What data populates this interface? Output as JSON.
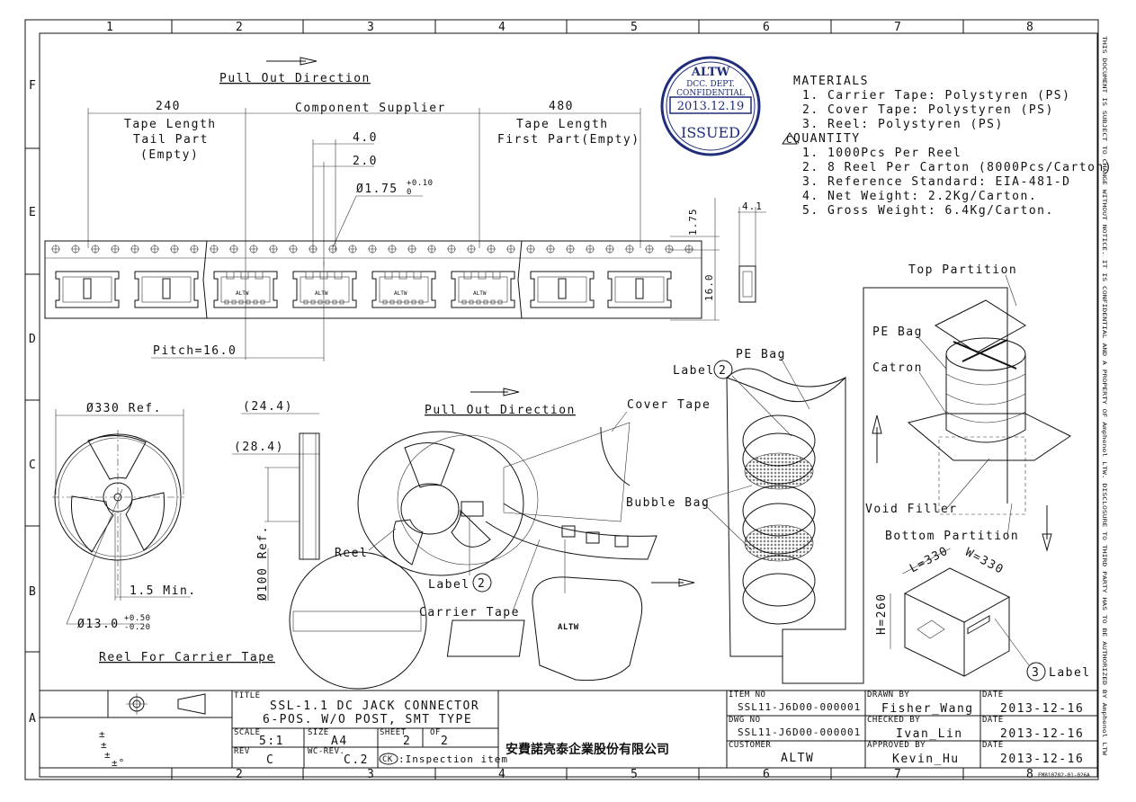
{
  "border": {
    "columns": [
      "1",
      "2",
      "3",
      "4",
      "5",
      "6",
      "7",
      "8"
    ],
    "rows": [
      "F",
      "E",
      "D",
      "C",
      "B",
      "A"
    ],
    "side_note": "THIS DOCUMENT IS SUBJECT TO CHANGE WITHOUT NOTICE. IT IS CONFIDENTIAL AND A PROPERTY OF Amphenol LTW. DISCLOSURE TO THIRD PARTY HAS TO BE AUTHORIZED BY Amphenol LTW"
  },
  "stamp": {
    "brand": "ALTW",
    "dept": "DCC. DEPT.",
    "confidential": "CONFIDENTIAL",
    "date": "2013.12.19",
    "status": "ISSUED"
  },
  "materials": {
    "title": "MATERIALS",
    "items": [
      "1. Carrier Tape: Polystyren (PS)",
      "2. Cover Tape: Polystyren (PS)",
      "3. Reel: Polystyren (PS)"
    ]
  },
  "quantity": {
    "rev_mark": "C",
    "title": "QUANTITY",
    "items": [
      "1. 1000Pcs Per Reel",
      "2. 8 Reel Per Carton (8000Pcs/Carton)",
      "3. Reference Standard: EIA-481-D",
      "4. Net Weight: 2.2Kg/Carton.",
      "5. Gross Weight: 6.4Kg/Carton."
    ]
  },
  "tape_view": {
    "pull_out": "Pull Out Direction",
    "dim_240": "240",
    "tail_1": "Tape Length",
    "tail_2": "Tail Part",
    "tail_3": "(Empty)",
    "component_supplier": "Component Supplier",
    "dim_480": "480",
    "first_1": "Tape Length",
    "first_2": "First Part(Empty)",
    "dim_4": "4.0",
    "dim_2": "2.0",
    "dim_hole": "Ø1.75",
    "tol_hole_up": "+0.10",
    "tol_hole_dn": "0",
    "dim_175": "1.75",
    "dim_41": "4.1",
    "dim_16": "16.0",
    "pitch": "Pitch=16.0",
    "part_logo": "ALTW"
  },
  "reel_view": {
    "dim_330": "Ø330 Ref.",
    "dim_15": "1.5 Min.",
    "dim_13": "Ø13.0",
    "tol_13_up": "+0.50",
    "tol_13_dn": "-0.20",
    "title": "Reel For Carrier Tape",
    "dim_244": "(24.4)",
    "dim_284": "(28.4)",
    "dim_100": "Ø100 Ref."
  },
  "reel_iso": {
    "pull_out": "Pull Out Direction",
    "cover_tape": "Cover Tape",
    "reel": "Reel",
    "label": "Label",
    "label_no": "2",
    "carrier_tape": "Carrier Tape",
    "part_logo": "ALTW"
  },
  "packing": {
    "pe_bag": "PE Bag",
    "label": "Label",
    "label_no": "2",
    "bubble_bag": "Bubble Bag",
    "top_partition": "Top Partition",
    "pe_bag_2": "PE Bag",
    "carton": "Catron",
    "void_filler": "Void Filler",
    "bottom_partition": "Bottom Partition",
    "dim_l": "L=330",
    "dim_w": "W=330",
    "dim_h": "H=260",
    "label3": "Label",
    "label3_no": "3"
  },
  "title_block": {
    "title_head": "TITLE",
    "title_1": "SSL-1.1 DC JACK CONNECTOR",
    "title_2": "6-POS. W/O POST, SMT TYPE",
    "scale_head": "SCALE",
    "scale": "5:1",
    "size_head": "SIZE",
    "size": "A4",
    "sheet_head": "SHEET",
    "sheet": "2",
    "of_head": "OF",
    "of": "2",
    "rev_head": "REV",
    "rev": "C",
    "wc_head": "WC-REV.",
    "wc": "C.2",
    "inspection_mark": "CK",
    "inspection": ":Inspection item",
    "company": "安費諾亮泰企業股份有限公司",
    "item_head": "ITEM NO",
    "item_no": "SSL11-J6D00-000001",
    "dwg_head": "DWG NO",
    "dwg_no": "SSL11-J6D00-000001",
    "customer_head": "CUSTOMER",
    "customer": "ALTW",
    "drawn_head": "DRAWN BY",
    "drawn": "Fisher_Wang",
    "checked_head": "CHECKED BY",
    "checked": "Ivan_Lin",
    "approved_head": "APPROVED BY",
    "approved": "Kevin_Hu",
    "date_head": "DATE",
    "date_1": "2013-12-16",
    "date_2": "2013-12-16",
    "date_3": "2013-12-16",
    "tolerance_1": "±",
    "tolerance_2": "±",
    "tolerance_3": "±",
    "tolerance_4": "±",
    "tolerance_deg": "±°",
    "form_no": "FM810702-01-026A"
  }
}
